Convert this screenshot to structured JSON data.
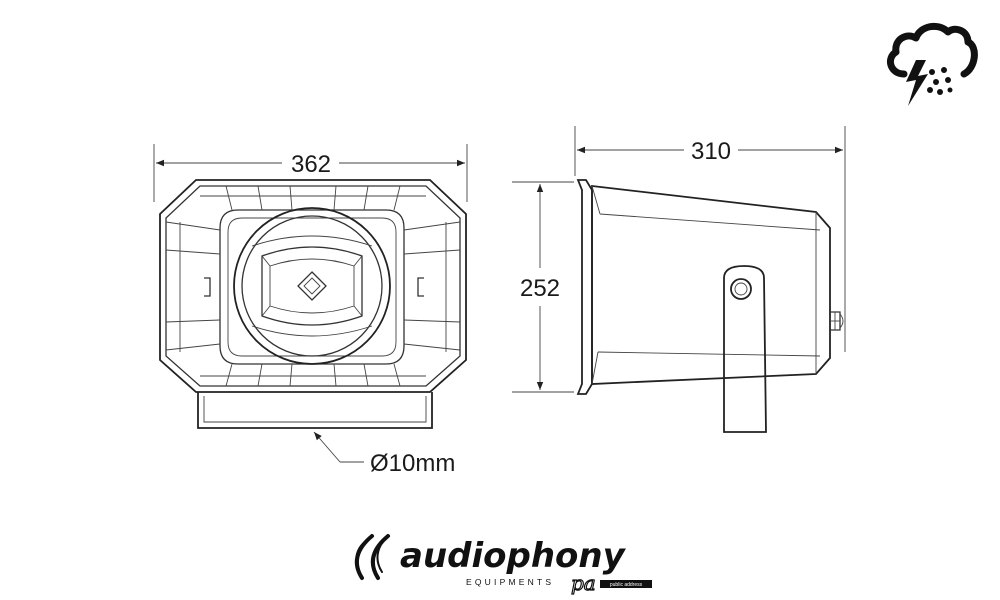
{
  "dimensions": {
    "front_width": "362",
    "side_depth": "310",
    "height": "252",
    "mount_hole": "Ø10mm"
  },
  "brand": {
    "name": "audiophony",
    "subtitle": "EQUIPMENTS",
    "mark": "pa",
    "tag": "public address"
  },
  "icons": {
    "weather": "storm-cloud-icon",
    "logo": "audiophony-logo-icon"
  }
}
